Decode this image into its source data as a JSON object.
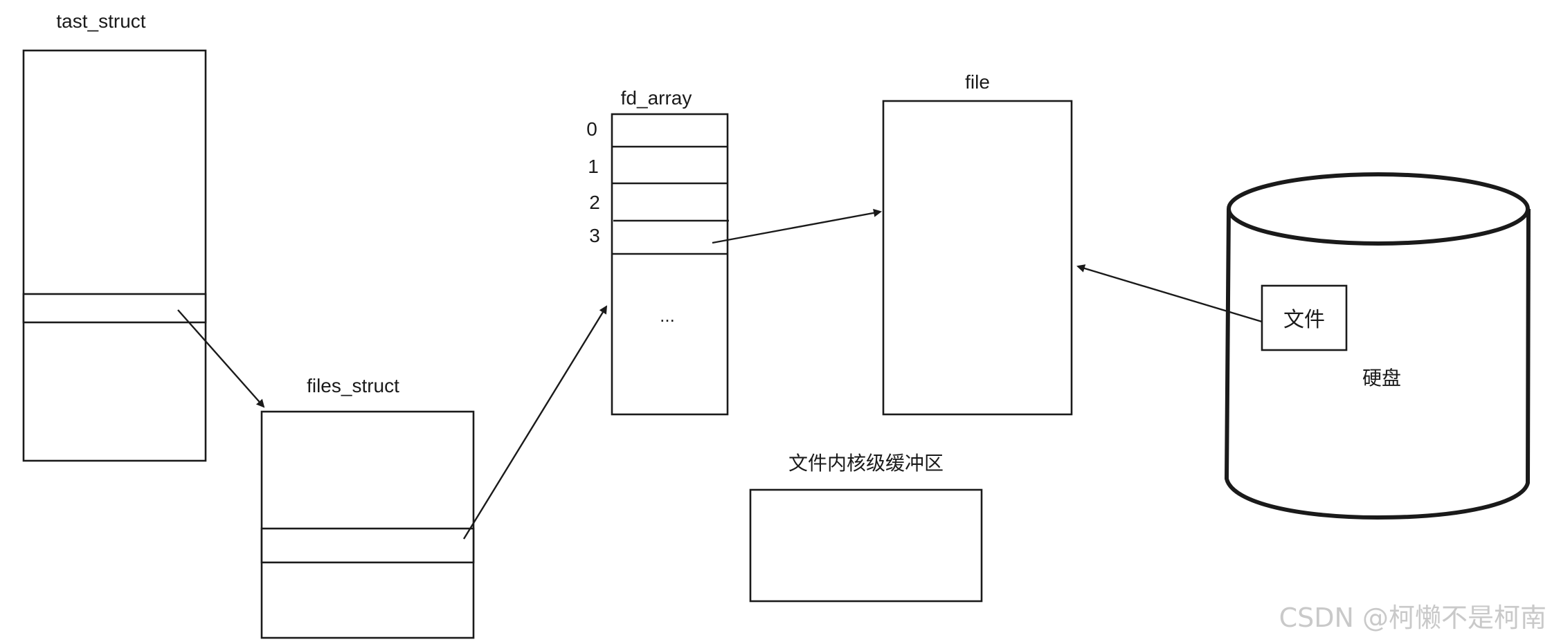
{
  "labels": {
    "task_struct": "tast_struct",
    "files_struct": "files_struct",
    "fd_array": "fd_array",
    "fd_index_0": "0",
    "fd_index_1": "1",
    "fd_index_2": "2",
    "fd_index_3": "3",
    "fd_ellipsis": "...",
    "file": "file",
    "kernel_buffer": "文件内核级缓冲区",
    "disk_file": "文件",
    "disk": "硬盘"
  },
  "watermark": "CSDN @柯懒不是柯南",
  "colors": {
    "stroke": "#1a1a1a",
    "watermark": "#c9c9c9",
    "background": "#ffffff"
  }
}
